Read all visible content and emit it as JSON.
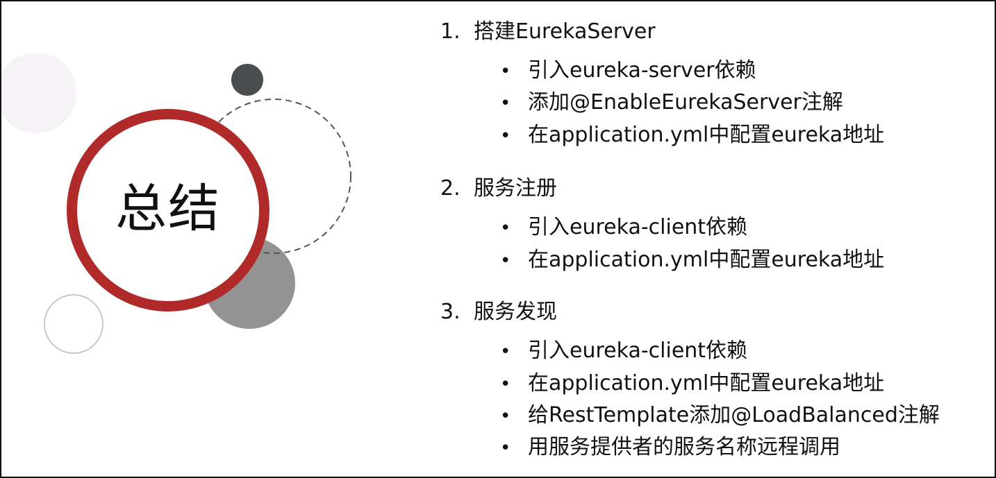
{
  "title": "总结",
  "sections": [
    {
      "number": "1.",
      "title": "搭建EurekaServer",
      "items": [
        "引入eureka-server依赖",
        "添加@EnableEurekaServer注解",
        "在application.yml中配置eureka地址"
      ]
    },
    {
      "number": "2.",
      "title": "服务注册",
      "items": [
        "引入eureka-client依赖",
        "在application.yml中配置eureka地址"
      ]
    },
    {
      "number": "3.",
      "title": "服务发现",
      "items": [
        "引入eureka-client依赖",
        "在application.yml中配置eureka地址",
        "给RestTemplate添加@LoadBalanced注解",
        "用服务提供者的服务名称远程调用"
      ]
    }
  ],
  "bullet_glyph": "•",
  "colors": {
    "accent_ring": "#b12a2a",
    "dark_dot": "#4a4d4d",
    "gray_circle": "#939393",
    "pale_circle": "#f5f3f6",
    "outline_circle": "#c8c8c8",
    "dashed_ring": "#555555"
  }
}
